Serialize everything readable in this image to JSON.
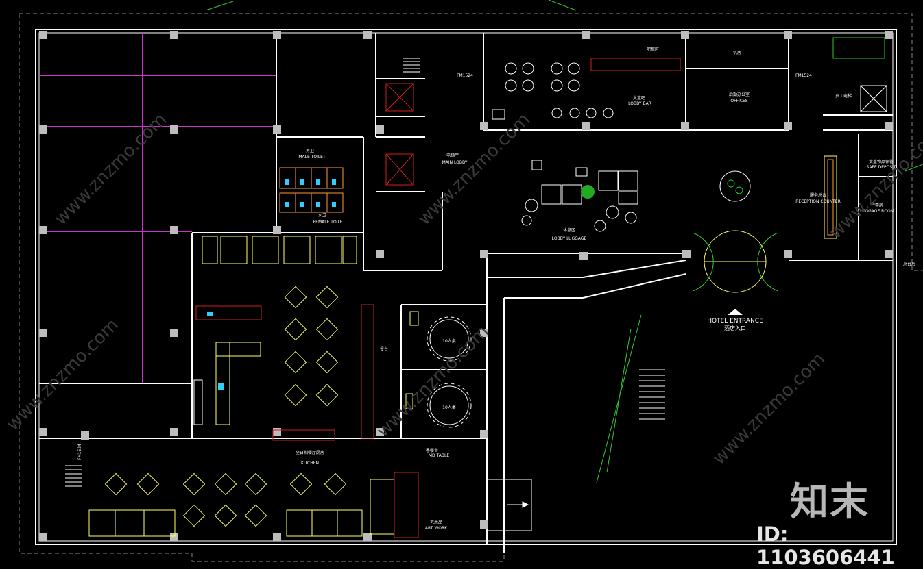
{
  "colors": {
    "background": "#000000",
    "wall": "#ffffff",
    "column": "#bdbdbd",
    "furniture": "#ffff66",
    "partition": "#cc33cc",
    "fixture_red": "#d02020",
    "fixture_cyan": "#33ccff",
    "plant": "#22cc22",
    "site_line": "#33cc33"
  },
  "rooms": {
    "male_toilet_cn": "男卫",
    "male_toilet_en": "MALE TOILET",
    "female_toilet_cn": "女卫",
    "female_toilet_en": "FEMALE TOILET",
    "elevator_lobby_cn": "电梯厅",
    "elevator_lobby_en": "MAIN LOBBY",
    "lobby_bar_cn": "大堂吧",
    "lobby_bar_en": "LOBBY BAR",
    "bar_counter_cn": "吧柜区",
    "office_cn": "后勤办公室",
    "office_en": "OFFICES",
    "staff_elevator_cn": "员工电梯",
    "lounge_cn": "休息区",
    "lounge_en": "LOBBY LUGGAGE",
    "reception_cn": "服务总台",
    "reception_en": "RECEPTION COUNTER",
    "safe_deposit_cn": "贵重物品保管",
    "safe_deposit_en": "SAFE DEPOSIT",
    "luggage_cn": "行李房",
    "luggage_en": "LUGGAGE ROOM",
    "machine_cn": "机房",
    "entrance_en": "HOTEL ENTRANCE",
    "entrance_cn": "酒店入口",
    "kitchen_cn": "全日制餐厅厨房",
    "kitchen_en": "KITCHEN",
    "vip1": "10人桌",
    "vip2": "10人桌",
    "md_cn": "备餐台",
    "md_en": "MD TABLE",
    "art_cn": "艺术品",
    "art_en": "ART WORK",
    "buffet_cn": "餐台",
    "fire_door_1": "FM1524",
    "fire_door_2": "FM1524",
    "fire_door_3": "FM1524",
    "edge_label": "总台后"
  },
  "watermark": {
    "site": "www.znzmo.com",
    "logo": "知末",
    "id": "ID: 1103606441"
  }
}
